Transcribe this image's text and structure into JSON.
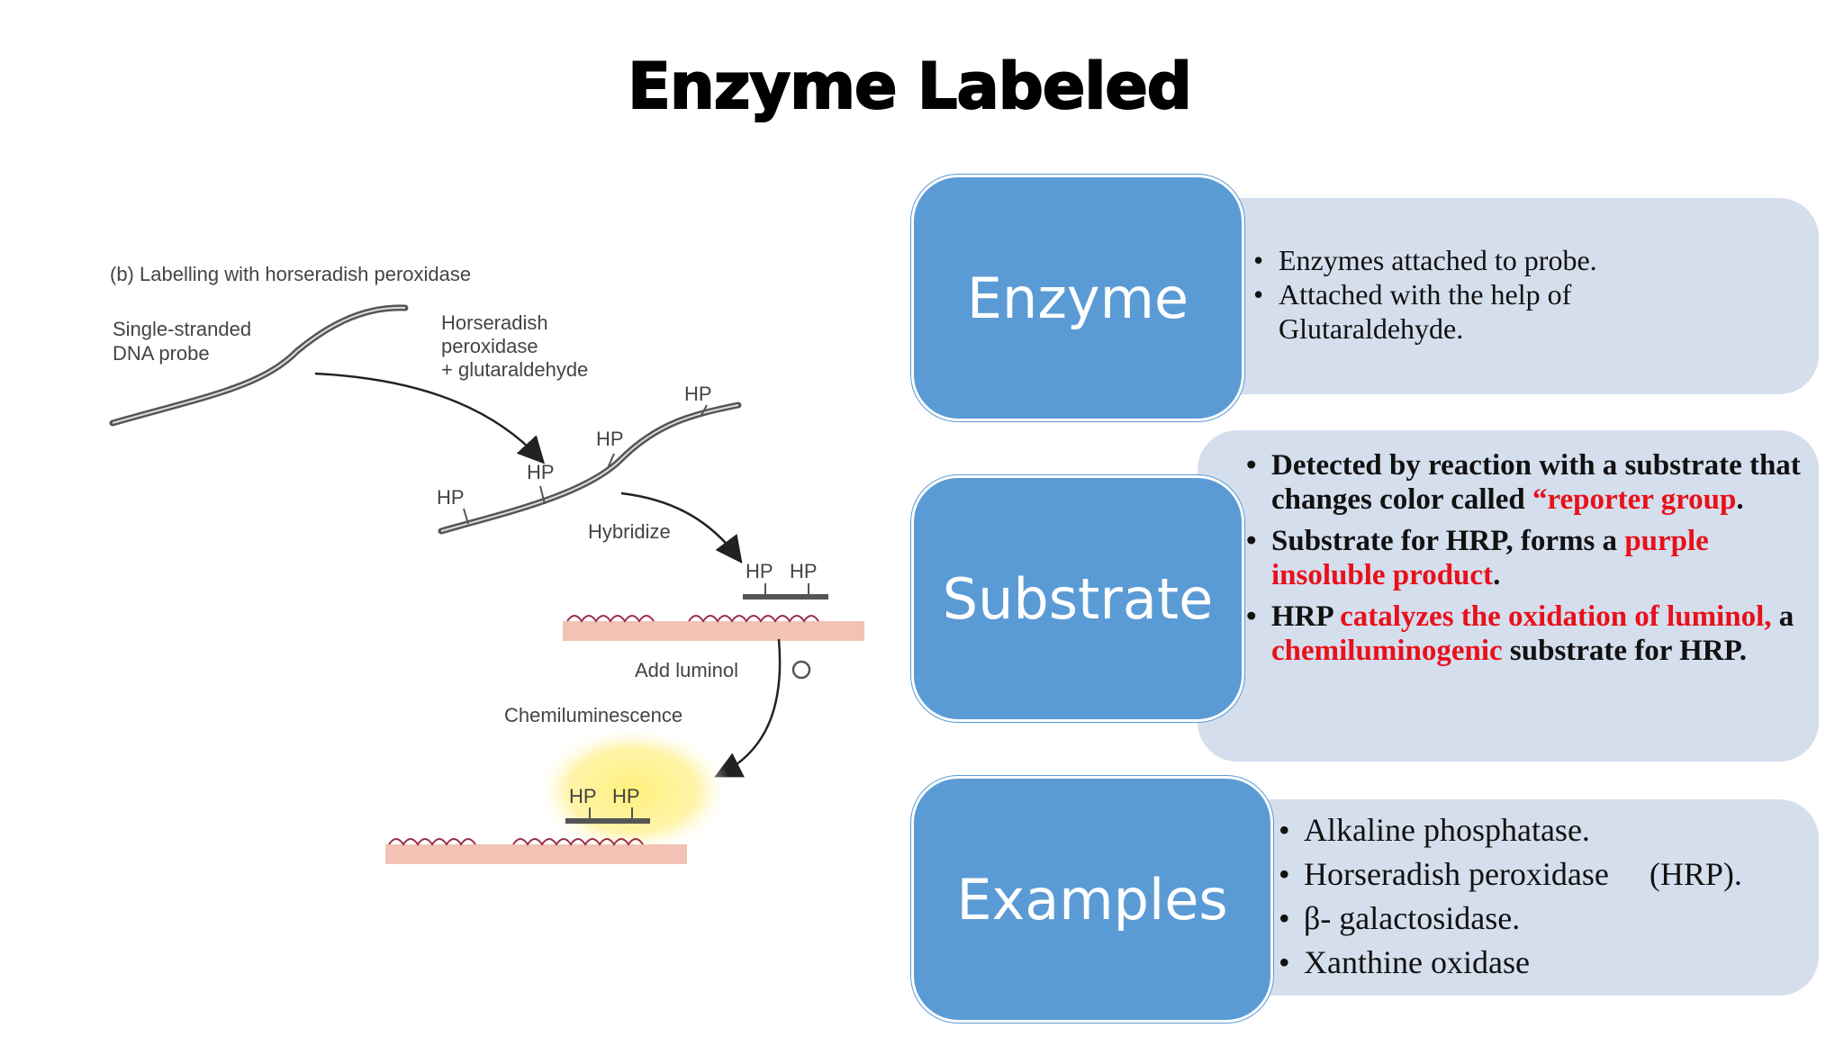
{
  "title": "Enzyme Labeled",
  "diagram": {
    "caption": "(b) Labelling with horseradish peroxidase",
    "probe_label_1": "Single-stranded",
    "probe_label_2": "DNA probe",
    "reagent_label_1": "Horseradish",
    "reagent_label_2": "peroxidase",
    "reagent_label_3": "+ glutaraldehyde",
    "hp": "HP",
    "hybridize": "Hybridize",
    "add_luminol": "Add luminol",
    "chemiluminescence": "Chemiluminescence",
    "colors": {
      "stroke": "#555555",
      "membrane": "#f2c3b5",
      "glow": "#fff07a",
      "target": "#9c2b4a"
    }
  },
  "enzyme": {
    "label": "Enzyme",
    "bullets": [
      "Enzymes attached to probe.",
      "Attached with the help of Glutaraldehyde."
    ]
  },
  "substrate": {
    "label": "Substrate",
    "b1_a": "Detected by reaction with a substrate that changes color called ",
    "b1_b": "“reporter group",
    "b1_c": ".",
    "b2_a": "Substrate for HRP, forms a ",
    "b2_b": "purple insoluble product",
    "b2_c": ".",
    "b3_a": "HRP ",
    "b3_b": "catalyzes the oxidation of luminol,",
    "b3_c": " a ",
    "b3_d": "chemiluminogenic",
    "b3_e": " substrate for HRP."
  },
  "examples": {
    "label": "Examples",
    "items": [
      "Alkaline phosphatase.",
      "Horseradish peroxidase     (HRP).",
      "β- galactosidase.",
      "Xanthine oxidase"
    ]
  },
  "colors": {
    "pill": "#5b9bd5",
    "card": "#d5deed",
    "highlight": "#e8101a"
  }
}
